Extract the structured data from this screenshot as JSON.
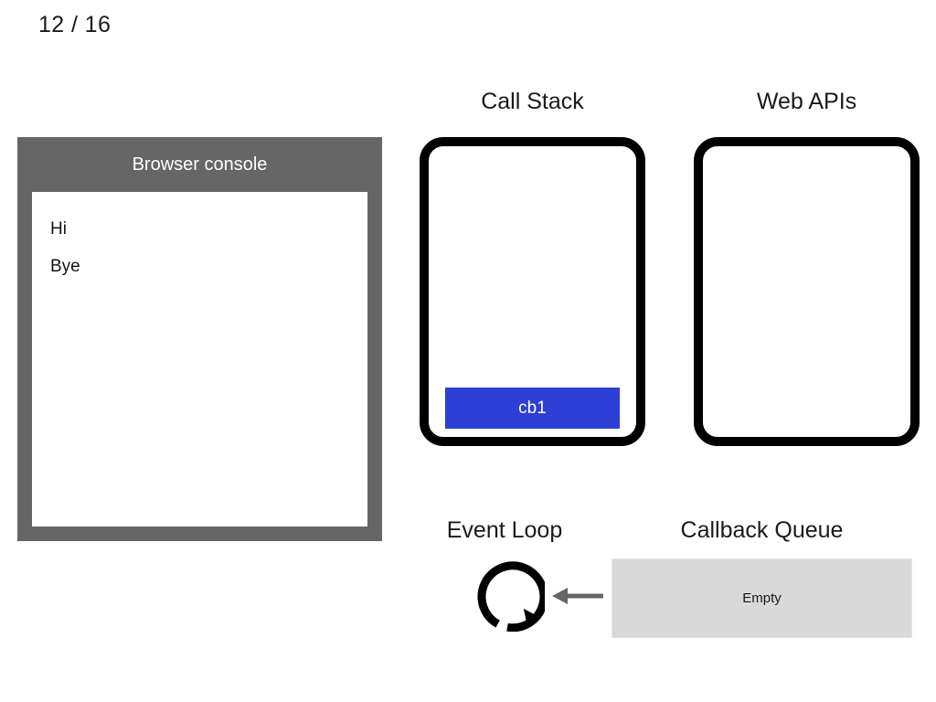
{
  "slide": {
    "counter": "12 / 16",
    "current": 12,
    "total": 16
  },
  "console": {
    "title": "Browser console",
    "header_color": "#666666",
    "body_color": "#ffffff",
    "lines": [
      {
        "text": "Hi"
      },
      {
        "text": "Bye"
      }
    ]
  },
  "call_stack": {
    "title": "Call Stack",
    "border_color": "#000000",
    "frames": [
      {
        "label": "cb1",
        "color": "#2d3fd4"
      }
    ]
  },
  "web_apis": {
    "title": "Web APIs",
    "border_color": "#000000",
    "items": []
  },
  "event_loop": {
    "title": "Event Loop",
    "icon": "circular-arrow-icon",
    "arrow_icon": "left-arrow-icon",
    "arrow_color": "#666666"
  },
  "callback_queue": {
    "title": "Callback Queue",
    "empty_label": "Empty",
    "background_color": "#d9d9d9",
    "items": []
  }
}
